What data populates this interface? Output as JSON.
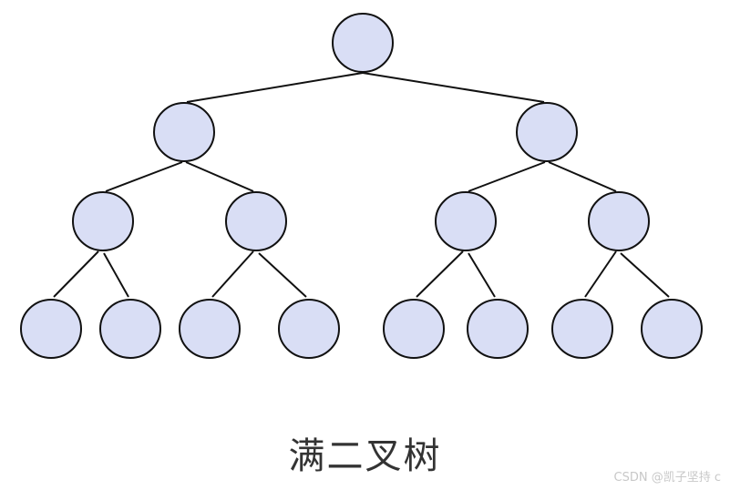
{
  "diagram": {
    "caption": "满二叉树",
    "watermark": "CSDN @凯子坚持 c",
    "node_fill": "#d9def5",
    "node_stroke": "#111111",
    "edge_color": "#111111",
    "levels": 4,
    "node_count": 15
  }
}
